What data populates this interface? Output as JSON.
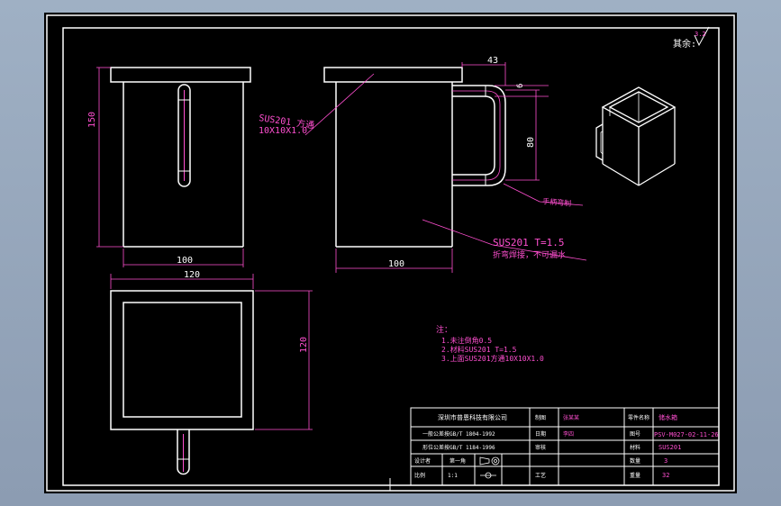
{
  "roughness": {
    "label": "其余:",
    "value": "3.2"
  },
  "front_view": {
    "dim_height": "150",
    "dim_width": "100"
  },
  "top_view": {
    "dim_width": "120",
    "dim_height": "120"
  },
  "side_view": {
    "dim_handle_offset": "43",
    "dim_handle_thickness": "6",
    "dim_handle_height": "80",
    "dim_width": "100",
    "leader_tube": [
      "SUS201 方通",
      "10X10X1.0"
    ],
    "leader_handle": "手柄弯制",
    "leader_body": [
      "SUS201 T=1.5",
      "折弯焊接，不可漏水"
    ]
  },
  "notes": {
    "title": "注：",
    "items": [
      "1.未注倒角0.5",
      "2.材料SUS201 T=1.5",
      "3.上面SUS201方通10X10X1.0"
    ]
  },
  "title_block": {
    "company": "深圳市普恩科技有限公司",
    "std1": "一般公差按GB/T 1804-1992",
    "std2": "形位公差按GB/T 1184-1996",
    "scale_label": "比例",
    "scale_value": "1:1",
    "sheet_label": "第一角",
    "date_label": "日期",
    "drawn_label": "制图",
    "designer_label": "设计者",
    "designer_value": "张某某",
    "checker_label": "审核",
    "checker_value": "李四",
    "process_label": "工艺",
    "drawing_no_label": "图号",
    "drawing_no_value": "PSV-M027-02-11-26",
    "part_name_label": "零件名称",
    "part_name_value": "储水箱",
    "material_label": "材料",
    "material_value": "SUS201",
    "qty_label": "数量",
    "qty_value": "3",
    "weight_label": "重量",
    "weight_value": "32"
  }
}
